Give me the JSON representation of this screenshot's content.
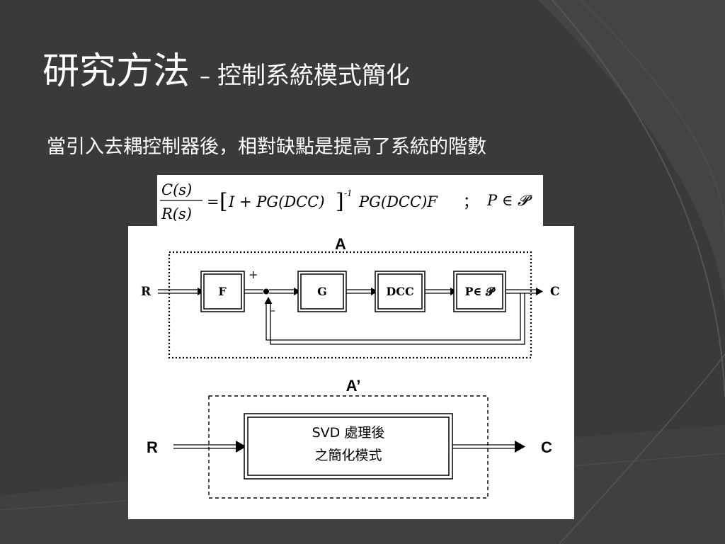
{
  "slide": {
    "title_main": "研究方法",
    "title_sep": "–",
    "title_sub": "控制系統模式簡化",
    "subtitle": "當引入去耦控制器後，相對缺點是提高了系統的階數"
  },
  "formula": {
    "lhs_num": "C(s)",
    "lhs_den": "R(s)",
    "eq": "=",
    "open_bracket": "[",
    "body": "I + PG(DCC)",
    "close_bracket": "]",
    "exponent": "-1",
    "tail": "PG(DCC)F",
    "separator": "；",
    "condition": "P ∈ 𝓟"
  },
  "diagram_a": {
    "label": "A",
    "input": "R",
    "output": "C",
    "block_f": "F",
    "block_g": "G",
    "block_dcc": "DCC",
    "block_p": "P∈ 𝓟",
    "plus_sign": "+",
    "minus_sign": "–"
  },
  "diagram_b": {
    "label": "A’",
    "input": "R",
    "output": "C",
    "block_line1": "SVD 處理後",
    "block_line2": "之簡化模式"
  },
  "colors": {
    "background": "#3a3a3a",
    "text": "#ffffff",
    "diagram_ink": "#000000"
  }
}
